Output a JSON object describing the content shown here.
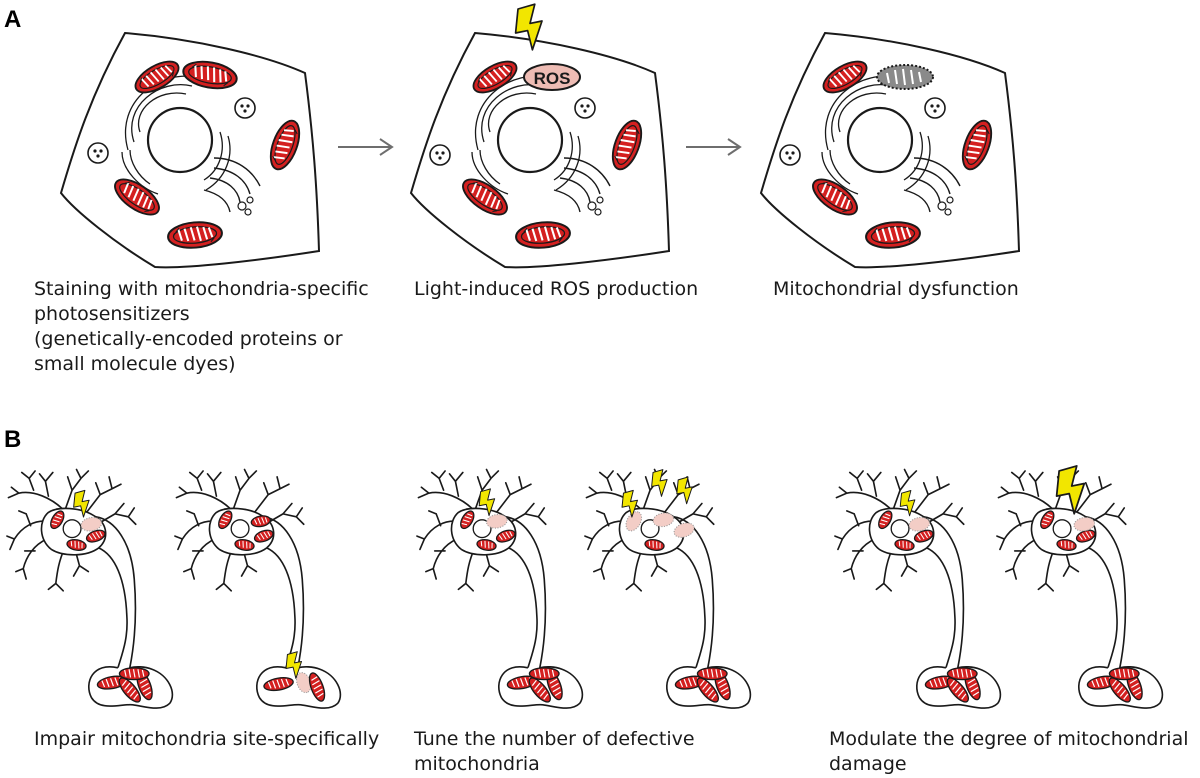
{
  "panel_a": {
    "letter": "A",
    "steps": [
      {
        "caption": [
          "Staining with mitochondria-specific",
          "photosensitizers",
          "(genetically-encoded proteins or",
          "small molecule dyes)"
        ]
      },
      {
        "caption": [
          "Light-induced ROS production"
        ],
        "ros_label": "ROS"
      },
      {
        "caption": [
          "Mitochondrial dysfunction"
        ]
      }
    ]
  },
  "panel_b": {
    "letter": "B",
    "captions": [
      [
        "Impair mitochondria site-specifically"
      ],
      [
        "Tune the number of defective",
        "mitochondria"
      ],
      [
        "Modulate the degree of mitochondrial",
        "damage"
      ]
    ]
  },
  "colors": {
    "mito_red": "#d42020",
    "lightning_yellow": "#f2e600",
    "ros_pink": "#eebcb4",
    "damaged_grey": "#8a8a8a",
    "outline": "#1a1a1a",
    "arrow_grey": "#6e6e6e"
  }
}
